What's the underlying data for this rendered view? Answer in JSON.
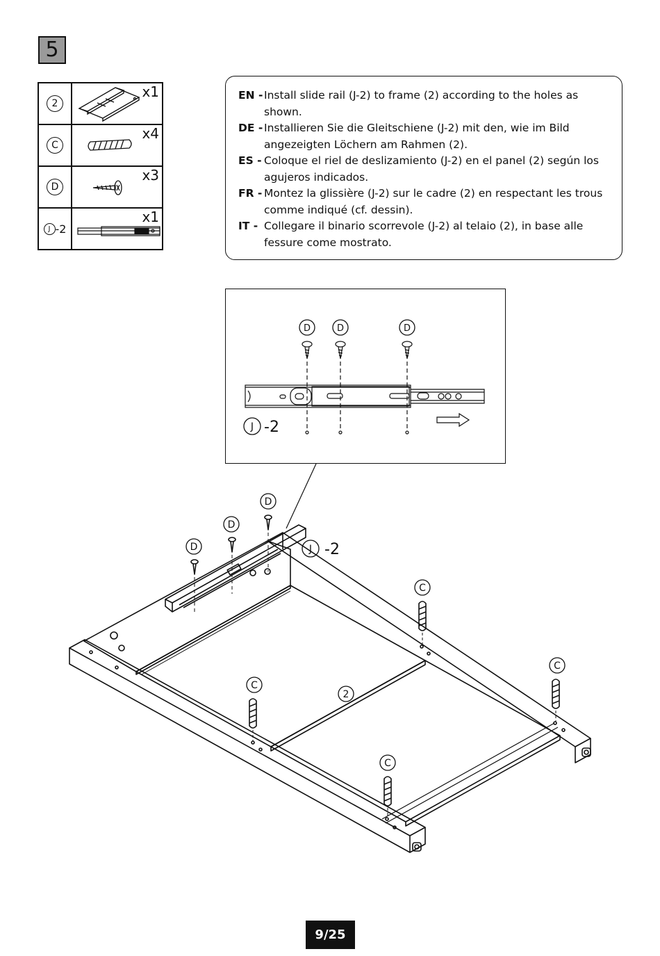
{
  "step": "5",
  "parts": [
    {
      "id": "2",
      "suffix": "",
      "icon": "frame-icon",
      "qty": "x1"
    },
    {
      "id": "C",
      "suffix": "",
      "icon": "dowel-icon",
      "qty": "x4"
    },
    {
      "id": "D",
      "suffix": "",
      "icon": "screw-icon",
      "qty": "x3"
    },
    {
      "id": "J",
      "suffix": "-2",
      "icon": "slide-rail-icon",
      "qty": "x1"
    }
  ],
  "instructions": [
    {
      "code": "EN -",
      "text": "Install slide rail (J-2) to frame (2) according to the holes as shown."
    },
    {
      "code": "DE -",
      "text": "Installieren Sie die Gleitschiene (J-2) mit den, wie im Bild angezeigten Löchern am Rahmen (2)."
    },
    {
      "code": "ES -",
      "text": "Coloque el riel de deslizamiento (J-2) en el panel (2) según los agujeros indicados."
    },
    {
      "code": "FR -",
      "text": "Montez la glissière (J-2) sur le cadre (2) en respectant les trous comme indiqué (cf. dessin)."
    },
    {
      "code": "IT -",
      "text": "Collegare il binario scorrevole (J-2) al telaio (2), in base alle fessure come mostrato."
    }
  ],
  "labels": {
    "screw": "D",
    "dowel": "C",
    "rail": "J",
    "rail_suffix": "-2",
    "frame": "2"
  },
  "page": "9/25"
}
